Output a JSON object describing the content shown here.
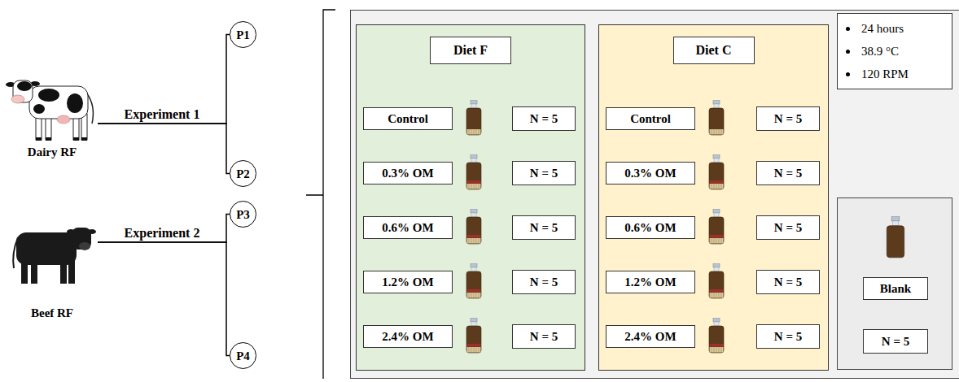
{
  "diagram": {
    "nodes": [
      {
        "text": [
          "Dairy RF"
        ]
      },
      {
        "text": [
          "P1"
        ]
      },
      {
        "text": [
          "P2"
        ]
      },
      {
        "text": [
          "Beef RF"
        ]
      },
      {
        "text": [
          "P3"
        ]
      },
      {
        "text": [
          "P4"
        ]
      },
      {
        "text": [
          "Diet F"
        ]
      },
      {
        "text": [
          "Control"
        ],
        "in": 6
      },
      {
        "text": [
          "N = 5"
        ],
        "in": 6
      },
      {
        "text": [
          "0.3% OM"
        ],
        "in": 6
      },
      {
        "text": [
          "N = 5"
        ],
        "in": 6
      },
      {
        "text": [
          "0.6% OM"
        ],
        "in": 6
      },
      {
        "text": [
          "N = 5"
        ],
        "in": 6
      },
      {
        "text": [
          "1.2% OM"
        ],
        "in": 6
      },
      {
        "text": [
          "N = 5"
        ],
        "in": 6
      },
      {
        "text": [
          "2.4% OM"
        ],
        "in": 6
      },
      {
        "text": [
          "N = 5"
        ],
        "in": 6
      },
      {
        "text": [
          "Diet C"
        ]
      },
      {
        "text": [
          "Control"
        ],
        "in": 17
      },
      {
        "text": [
          "N = 5"
        ],
        "in": 17
      },
      {
        "text": [
          "0.3% OM"
        ],
        "in": 17
      },
      {
        "text": [
          "N = 5"
        ],
        "in": 17
      },
      {
        "text": [
          "0.6% OM"
        ],
        "in": 17
      },
      {
        "text": [
          "N = 5"
        ],
        "in": 17
      },
      {
        "text": [
          "1.2% OM"
        ],
        "in": 17
      },
      {
        "text": [
          "N = 5"
        ],
        "in": 17
      },
      {
        "text": [
          "2.4% OM"
        ],
        "in": 17
      },
      {
        "text": [
          "N = 5"
        ],
        "in": 17
      },
      {
        "text": [
          "24 hours",
          "38.9 °C",
          "120 RPM"
        ]
      },
      {
        "text": [
          "Blank"
        ]
      },
      {
        "text": [
          "N = 5"
        ]
      }
    ],
    "edges": [
      {
        "from": 0,
        "to": 1,
        "arrow": "none",
        "label": "Experiment 1"
      },
      {
        "from": 0,
        "to": 2,
        "arrow": "none"
      },
      {
        "from": 3,
        "to": 4,
        "arrow": "none",
        "label": "Experiment 2"
      },
      {
        "from": 3,
        "to": 5,
        "arrow": "none"
      }
    ]
  }
}
